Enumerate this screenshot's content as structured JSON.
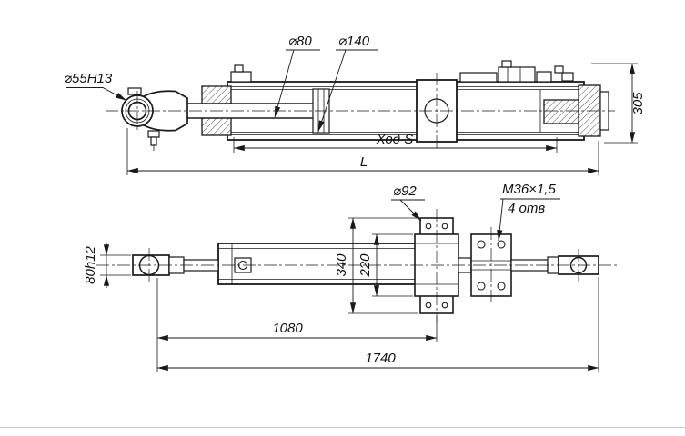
{
  "page": {
    "background": "#ffffff",
    "line_color": "#1a1a1a",
    "edge_line_color": "#c9c9c9"
  },
  "drawing": {
    "side_view": {
      "dia_eye": "⌀55H13",
      "dia_rod": "⌀80",
      "dia_bore": "⌀140",
      "stroke": "Ход S",
      "length": "L",
      "height": "305"
    },
    "plan_view": {
      "dia_trunnion": "⌀92",
      "thread": "M36×1,5",
      "holes": "4 отв",
      "trunnion_span": "340",
      "plate_height": "220",
      "rod_end_width": "80h12",
      "dim_to_center": "1080",
      "overall_length": "1740"
    }
  }
}
